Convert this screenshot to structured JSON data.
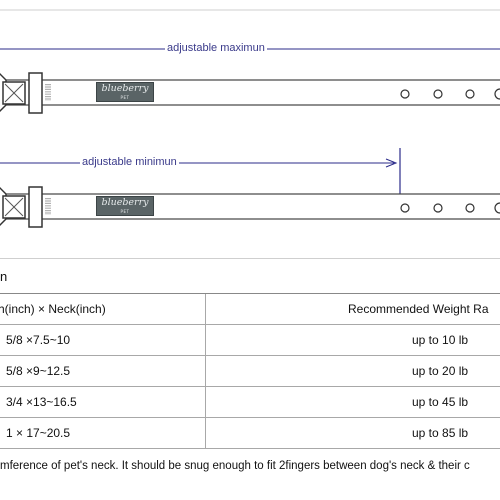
{
  "diagram": {
    "max_label": "adjustable maximun",
    "min_label": "adjustable minimun",
    "brand_name": "blueberry",
    "brand_sub": "PET",
    "colors": {
      "dimension_line": "#2b2b8a",
      "strap_border": "#444444",
      "brand_tag": "#5a6466"
    }
  },
  "table": {
    "title": "n",
    "headers": [
      "h(inch)  ×  Neck(inch)",
      "Recommended Weight Ra"
    ],
    "rows": [
      {
        "size": "5/8 ×7.5~10",
        "weight": "up to 10 lb"
      },
      {
        "size": "5/8 ×9~12.5",
        "weight": "up to 20 lb"
      },
      {
        "size": "3/4 ×13~16.5",
        "weight": "up to 45 lb"
      },
      {
        "size": "1 × 17~20.5",
        "weight": "up to 85 lb"
      }
    ]
  },
  "footnote": "mference of pet's neck. It should be snug enough to fit 2fingers between dog's neck & their c"
}
